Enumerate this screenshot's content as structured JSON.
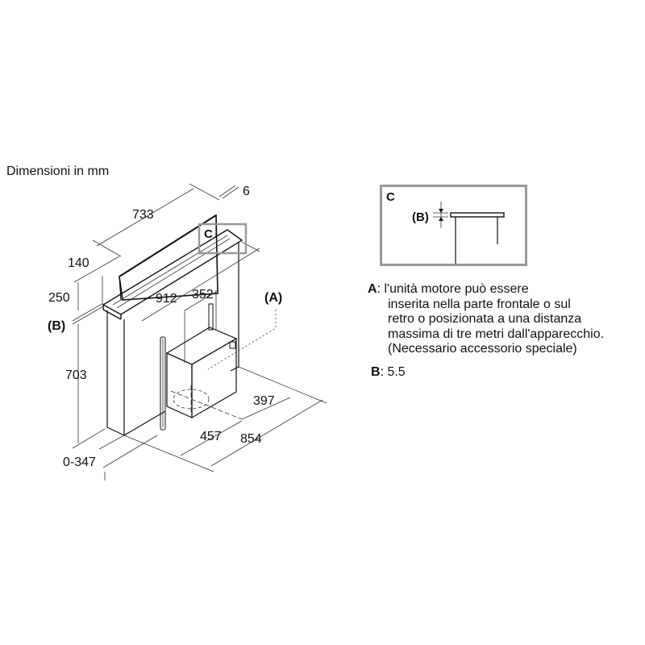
{
  "title": "Dimensioni in mm",
  "dimensions": {
    "panel_width": "733",
    "panel_thickness": "6",
    "top_depth": "140",
    "panel_height": "250",
    "gap_label": "(B)",
    "body_height": "703",
    "floor_offset": "0-347",
    "length": "912",
    "motor_width": "352",
    "motor_offset": "397",
    "motor_depth": "457",
    "total_depth": "854",
    "motor_label": "(A)",
    "detail_marker": "C"
  },
  "detail": {
    "label": "C",
    "gap_label": "(B)"
  },
  "notes": [
    {
      "key": "A",
      "lines": [
        "l'unità motore può essere",
        "inserita nella parte frontale o sul",
        "retro o posizionata a una distanza",
        "massima di tre metri dall'apparecchio.",
        "(Necessario accessorio speciale)"
      ]
    },
    {
      "key": "B",
      "lines": [
        "5.5"
      ]
    }
  ],
  "colors": {
    "line": "#111111",
    "detail_frame": "#999999",
    "background": "#ffffff"
  }
}
